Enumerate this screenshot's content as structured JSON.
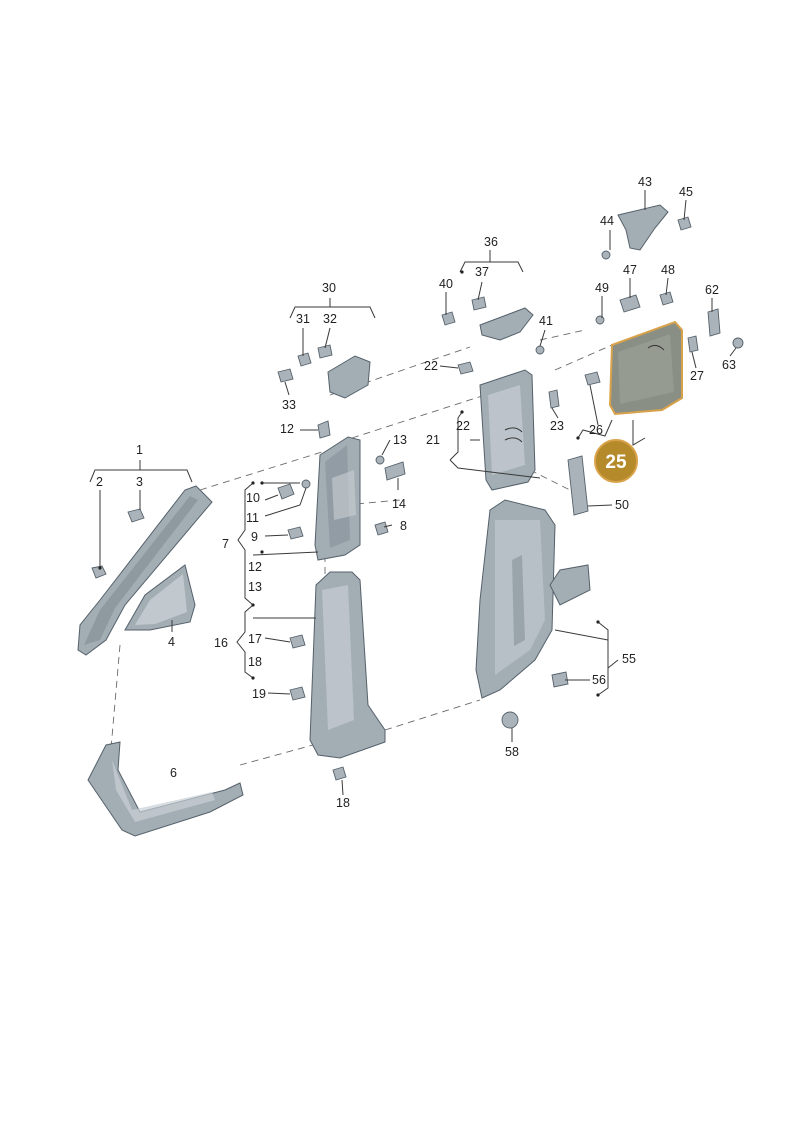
{
  "diagram": {
    "highlight": {
      "label": "25",
      "badge_color": "#b58a2a",
      "outline_color": "#d8a24a"
    },
    "callouts": {
      "n1": "1",
      "n2": "2",
      "n3": "3",
      "n4": "4",
      "n6": "6",
      "n7": "7",
      "n8": "8",
      "n9": "9",
      "n10": "10",
      "n11": "11",
      "n12": "12",
      "n12b": "12",
      "n13": "13",
      "n13b": "13",
      "n14": "14",
      "n16": "16",
      "n17": "17",
      "n18": "18",
      "n18b": "18",
      "n19": "19",
      "n21": "21",
      "n22": "22",
      "n22b": "22",
      "n23": "23",
      "n26": "26",
      "n27": "27",
      "n30": "30",
      "n31": "31",
      "n32": "32",
      "n33": "33",
      "n36": "36",
      "n37": "37",
      "n40": "40",
      "n41": "41",
      "n43": "43",
      "n44": "44",
      "n45": "45",
      "n47": "47",
      "n48": "48",
      "n49": "49",
      "n50": "50",
      "n55": "55",
      "n56": "56",
      "n58": "58",
      "n62": "62",
      "n63": "63"
    }
  }
}
